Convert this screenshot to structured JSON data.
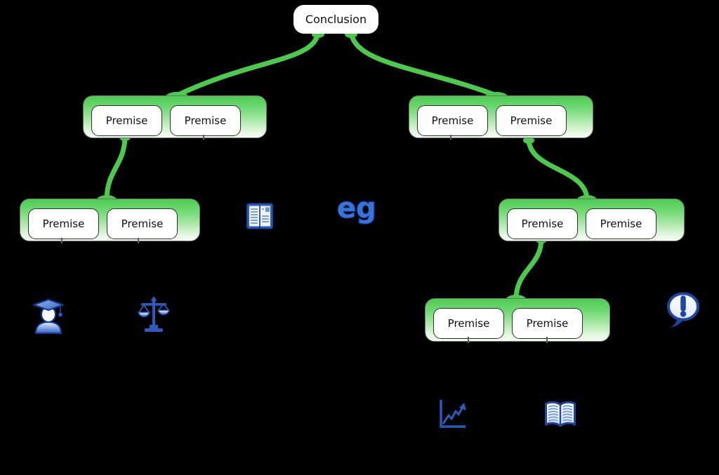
{
  "diagram": {
    "type": "argument-map",
    "root": {
      "label": "Conclusion"
    },
    "groups": [
      {
        "name": "left-upper",
        "boxes": [
          {
            "label": "Premise"
          },
          {
            "label": "Premise"
          }
        ]
      },
      {
        "name": "right-upper",
        "boxes": [
          {
            "label": "Premise"
          },
          {
            "label": "Premise"
          }
        ]
      },
      {
        "name": "left-lower",
        "boxes": [
          {
            "label": "Premise"
          },
          {
            "label": "Premise"
          }
        ]
      },
      {
        "name": "right-middle",
        "boxes": [
          {
            "label": "Premise"
          },
          {
            "label": "Premise"
          }
        ]
      },
      {
        "name": "bottom",
        "boxes": [
          {
            "label": "Premise"
          },
          {
            "label": "Premise"
          }
        ]
      }
    ],
    "edges": [
      {
        "from": "conclusion",
        "to": "left-upper"
      },
      {
        "from": "conclusion",
        "to": "right-upper"
      },
      {
        "from": "left-upper.premise-1",
        "to": "left-lower"
      },
      {
        "from": "right-upper.premise-2",
        "to": "right-middle"
      },
      {
        "from": "right-middle.premise-1",
        "to": "bottom"
      }
    ],
    "basis_icons": [
      {
        "name": "journal-icon"
      },
      {
        "name": "example-label",
        "label": "eg"
      },
      {
        "name": "expert-graduate-icon"
      },
      {
        "name": "scales-icon"
      },
      {
        "name": "exclamation-bubble-icon"
      },
      {
        "name": "statistics-chart-icon"
      },
      {
        "name": "open-book-icon"
      }
    ],
    "colors": {
      "background": "#000000",
      "connector_green": "#4bca4b",
      "group_gradient_top": "#4ecb52",
      "group_gradient_bottom": "#f6fdf5",
      "icon_blue": "#2a5bbf",
      "icon_blue_dark": "#123a8f",
      "node_fill": "#ffffff"
    }
  }
}
